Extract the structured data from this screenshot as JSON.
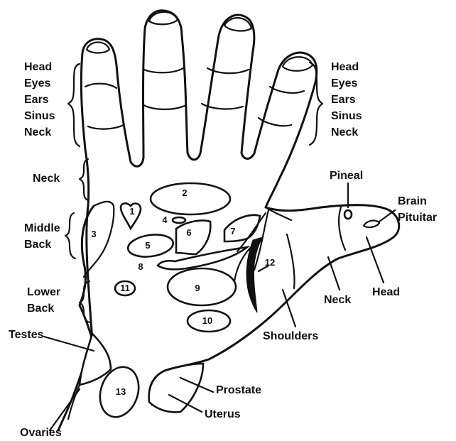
{
  "finger_labels_left": [
    "Head",
    "Eyes",
    "Ears",
    "Sinus",
    "Neck"
  ],
  "finger_labels_right": [
    "Head",
    "Eyes",
    "Ears",
    "Sinus",
    "Neck"
  ],
  "labels": {
    "neck_left": "Neck",
    "middle_back": [
      "Middle",
      "Back"
    ],
    "lower_back": [
      "Lower",
      "Back"
    ],
    "testes": "Testes",
    "ovaries": "Ovaries",
    "pineal": "Pineal",
    "brain_pituitary": [
      "Brain",
      "Pituitar"
    ],
    "thumb_neck": "Neck",
    "thumb_head": "Head",
    "shoulders": "Shoulders",
    "prostate": "Prostate",
    "uterus": "Uterus"
  },
  "zones": [
    "2",
    "4",
    "1",
    "3",
    "5",
    "6",
    "7",
    "8",
    "9",
    "10",
    "11",
    "12",
    "13"
  ]
}
